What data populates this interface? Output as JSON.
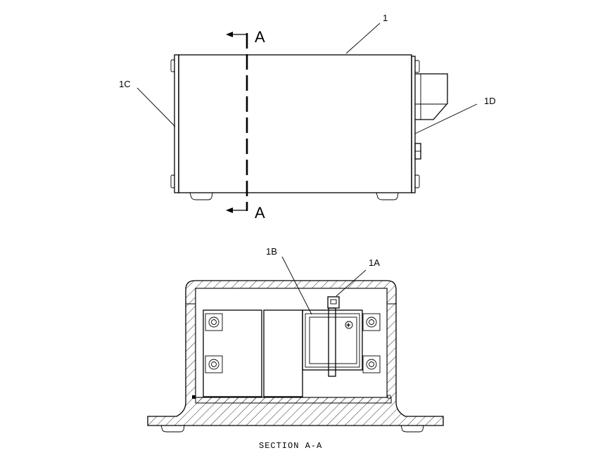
{
  "labels": {
    "item1": "1",
    "item1c": "1C",
    "item1d": "1D",
    "item1b": "1B",
    "item1a": "1A",
    "sectionTop": "A",
    "sectionBottom": "A",
    "caption": "SECTION A-A",
    "plus": "+"
  }
}
